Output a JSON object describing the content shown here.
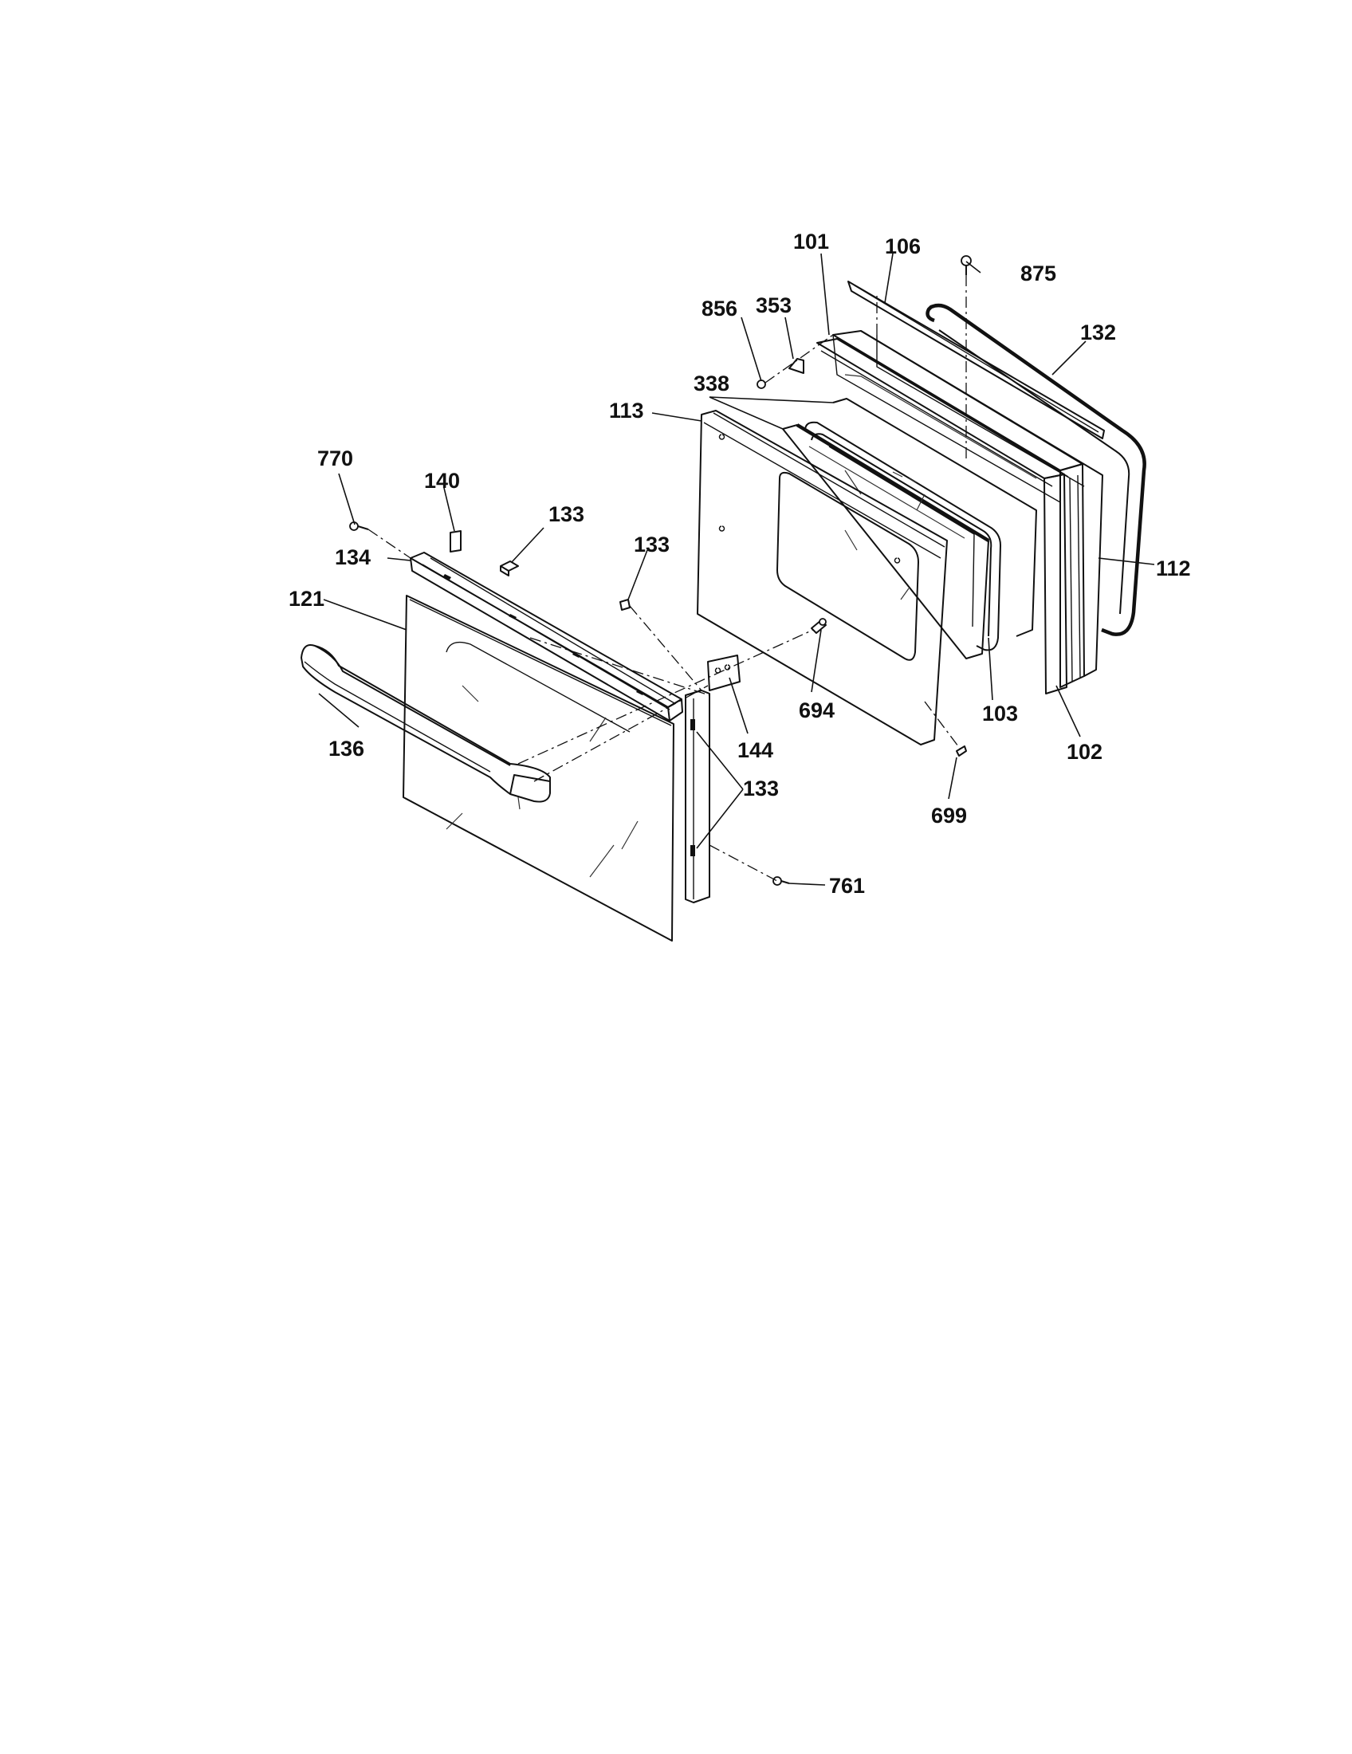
{
  "diagram": {
    "callouts": {
      "c101": "101",
      "c106": "106",
      "c875": "875",
      "c132": "132",
      "c856": "856",
      "c353": "353",
      "c338": "338",
      "c113": "113",
      "c112": "112",
      "c770": "770",
      "c140": "140",
      "c133a": "133",
      "c133b": "133",
      "c134": "134",
      "c121": "121",
      "c136": "136",
      "c144": "144",
      "c694": "694",
      "c103": "103",
      "c102": "102",
      "c133c": "133",
      "c699": "699",
      "c761": "761"
    }
  }
}
